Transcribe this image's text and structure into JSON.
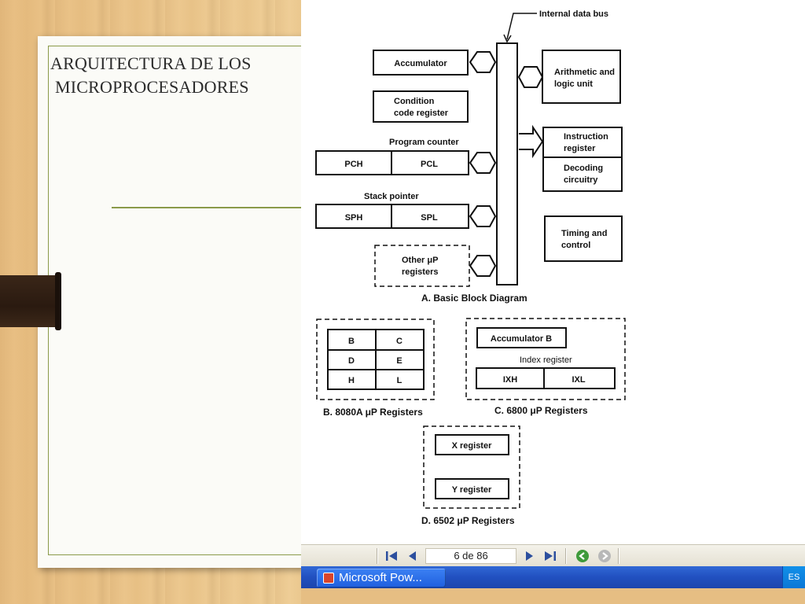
{
  "slide": {
    "title_line1": "ARQUITECTURA DE LOS",
    "title_line2": "MICROPROCESADORES"
  },
  "diagram": {
    "bus_label": "Internal data bus",
    "accumulator": "Accumulator",
    "ccr_line1": "Condition",
    "ccr_line2": "code register",
    "pc_label": "Program counter",
    "pch": "PCH",
    "pcl": "PCL",
    "sp_label": "Stack pointer",
    "sph": "SPH",
    "spl": "SPL",
    "other_line1": "Other μP",
    "other_line2": "registers",
    "alu_line1": "Arithmetic and",
    "alu_line2": "logic unit",
    "ir_line1": "Instruction",
    "ir_line2": "register",
    "dec_line1": "Decoding",
    "dec_line2": "circuitry",
    "timing_line1": "Timing and",
    "timing_line2": "control",
    "caption_a": "A.  Basic Block Diagram",
    "reg8080": [
      "B",
      "C",
      "D",
      "E",
      "H",
      "L"
    ],
    "caption_b": "B.  8080A μP Registers",
    "acc_b": "Accumulator B",
    "index_label": "Index register",
    "ixh": "IXH",
    "ixl": "IXL",
    "caption_c": "C.  6800 μP Registers",
    "x_reg": "X register",
    "y_reg": "Y register",
    "caption_d": "D.  6502 μP Registers"
  },
  "toolbar": {
    "page_indicator": "6 de 86",
    "icons": [
      "first-page-icon",
      "prev-page-icon",
      "next-page-icon",
      "last-page-icon",
      "back-icon",
      "forward-icon"
    ]
  },
  "taskbar": {
    "app_button": "Microsoft Pow...",
    "language": "ES"
  }
}
